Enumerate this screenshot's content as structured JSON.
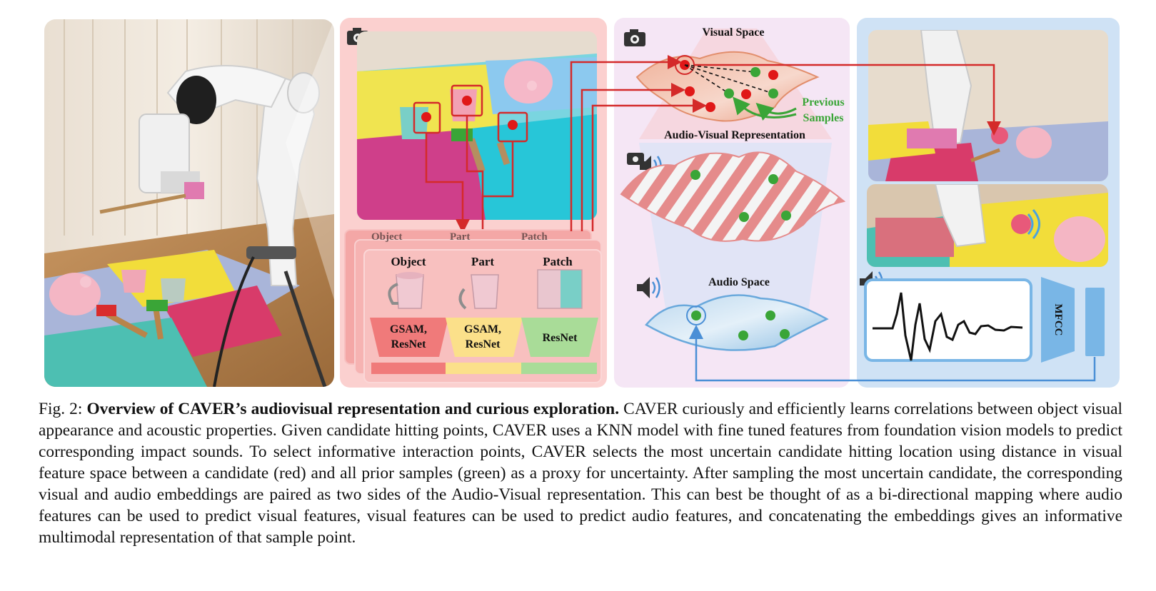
{
  "panels": {
    "encoder": {
      "stack_behind": [
        "Object",
        "Part",
        "Patch"
      ],
      "columns": [
        {
          "label": "Object",
          "model": [
            "GSAM,",
            "ResNet"
          ],
          "color": "#f07a7a"
        },
        {
          "label": "Part",
          "model": [
            "GSAM,",
            "ResNet"
          ],
          "color": "#fbe08a"
        },
        {
          "label": "Patch",
          "model": [
            "ResNet"
          ],
          "color": "#a9dc98"
        }
      ]
    },
    "spaces": {
      "visual_space": "Visual Space",
      "previous_samples": [
        "Previous",
        "Samples"
      ],
      "av_representation": "Audio-Visual Representation",
      "audio_space": "Audio Space"
    },
    "audio": {
      "mfcc": "MFCC"
    }
  },
  "caption": {
    "label": "Fig. 2:",
    "title": "Overview of CAVER’s audiovisual representation and curious exploration.",
    "body": "CAVER curiously and efficiently learns correlations between object visual appearance and acoustic properties. Given candidate hitting points, CAVER uses a KNN model with fine tuned features from foundation vision models to predict corresponding impact sounds. To select informative interaction points, CAVER selects the most uncertain candidate hitting location using distance in visual feature space between a candidate (red) and all prior samples (green) as a proxy for uncertainty. After sampling the most uncertain candidate, the corresponding visual and audio embeddings are paired as two sides of the Audio-Visual representation. This can best be thought of as a bi-directional mapping where audio features can be used to predict visual features, visual features can be used to predict audio features, and concatenating the embeddings gives an informative multimodal representation of that sample point."
  },
  "colors": {
    "candidate": "#e01818",
    "sample": "#3aa537",
    "encoder_bg": "#fbd0cf",
    "spaces_bg": "#f5e6f5",
    "audio_bg": "#cfe2f5",
    "arrow_red": "#d42a2a",
    "arrow_blue": "#4a8fd6"
  }
}
